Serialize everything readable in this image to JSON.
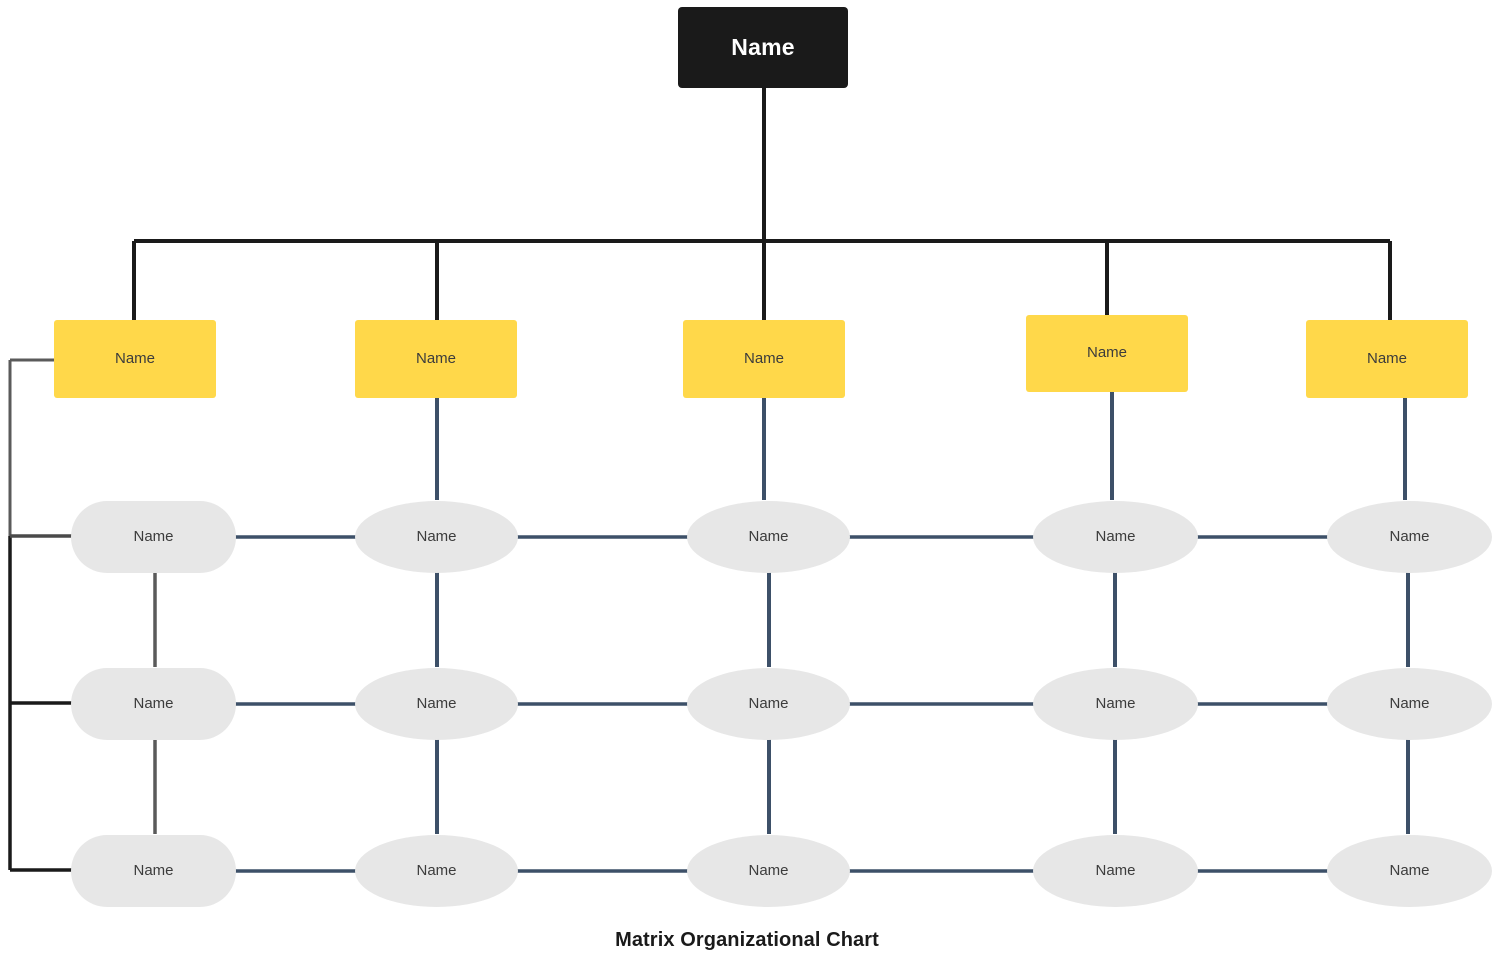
{
  "chart_data": {
    "type": "diagram",
    "diagram_type": "matrix-organizational-chart",
    "title": "Matrix Organizational Chart",
    "levels": [
      {
        "name": "executive",
        "shape": "rectangle",
        "fill": "#1a1a1a",
        "text_color": "#ffffff",
        "count": 1
      },
      {
        "name": "functional-units",
        "shape": "rectangle",
        "fill": "#FFD84A",
        "text_color": "#3c3c3c",
        "count": 5
      },
      {
        "name": "project-staff",
        "shape": "ellipse",
        "fill": "#e7e7e7",
        "text_color": "#3c3c3c",
        "count": 15
      }
    ],
    "grid": {
      "columns": 5,
      "staff_rows": 3
    }
  },
  "title": "Matrix Organizational Chart",
  "colors": {
    "root_fill": "#1a1a1a",
    "root_text": "#ffffff",
    "unit_fill": "#FFD84A",
    "unit_text": "#3c3c3c",
    "cell_fill": "#e7e7e7",
    "cell_text": "#3c3c3c",
    "tree_line": "#1a1a1a",
    "matrix_line": "#3d5068",
    "bracket_line": "#5a5a5a",
    "background": "#ffffff"
  },
  "root": {
    "label": "Name"
  },
  "units": [
    {
      "label": "Name"
    },
    {
      "label": "Name"
    },
    {
      "label": "Name"
    },
    {
      "label": "Name"
    },
    {
      "label": "Name"
    }
  ],
  "staff_rows": [
    {
      "row_label": "row-1",
      "cells": [
        {
          "label": "Name"
        },
        {
          "label": "Name"
        },
        {
          "label": "Name"
        },
        {
          "label": "Name"
        },
        {
          "label": "Name"
        }
      ]
    },
    {
      "row_label": "row-2",
      "cells": [
        {
          "label": "Name"
        },
        {
          "label": "Name"
        },
        {
          "label": "Name"
        },
        {
          "label": "Name"
        },
        {
          "label": "Name"
        }
      ]
    },
    {
      "row_label": "row-3",
      "cells": [
        {
          "label": "Name"
        },
        {
          "label": "Name"
        },
        {
          "label": "Name"
        },
        {
          "label": "Name"
        },
        {
          "label": "Name"
        }
      ]
    }
  ]
}
